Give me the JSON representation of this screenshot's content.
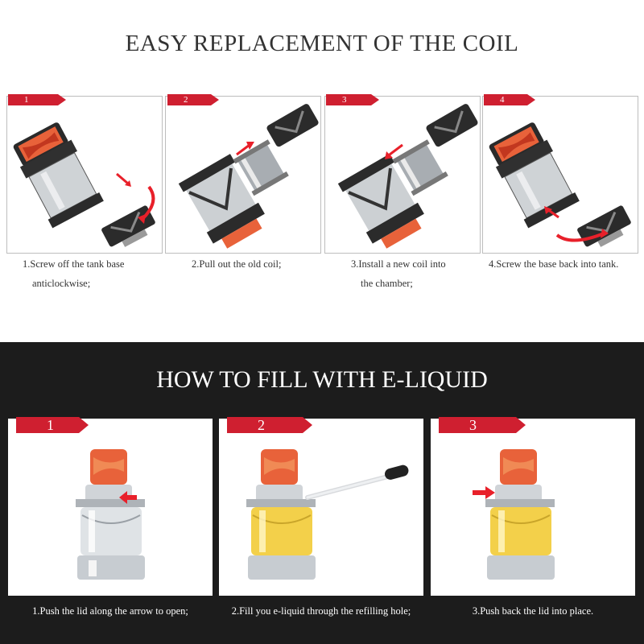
{
  "coil_section": {
    "title": "EASY REPLACEMENT OF THE COIL",
    "steps": [
      {
        "number": "1",
        "caption_line1": "1.Screw off the tank base",
        "caption_line2": "anticlockwise;"
      },
      {
        "number": "2",
        "caption_line1": "2.Pull out the old coil;",
        "caption_line2": ""
      },
      {
        "number": "3",
        "caption_line1": "3.Install a new coil into",
        "caption_line2": "the chamber;"
      },
      {
        "number": "4",
        "caption_line1": "4.Screw the base back into tank.",
        "caption_line2": ""
      }
    ]
  },
  "fill_section": {
    "title": "HOW TO FILL WITH E-LIQUID",
    "steps": [
      {
        "number": "1",
        "caption": "1.Push the lid along the arrow to open;"
      },
      {
        "number": "2",
        "caption": "2.Fill you e-liquid through the refilling hole;"
      },
      {
        "number": "3",
        "caption": "3.Push back the lid into place."
      }
    ]
  },
  "colors": {
    "tab_red": "#cf1f30",
    "arrow_red": "#e8202a",
    "dark_bg": "#1c1c1c",
    "resin_orange": "#e8623a",
    "eliquid_yellow": "#f3d04a"
  }
}
